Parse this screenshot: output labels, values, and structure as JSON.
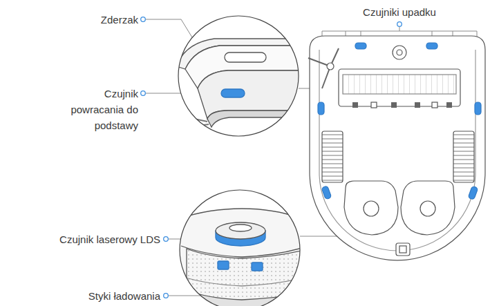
{
  "diagram": {
    "labels": [
      "Zderzak",
      "Czujniki upadku",
      "Czujnik powracania do podstawy",
      "Czujnik laserowy LDS",
      "Styki ładowania"
    ]
  }
}
